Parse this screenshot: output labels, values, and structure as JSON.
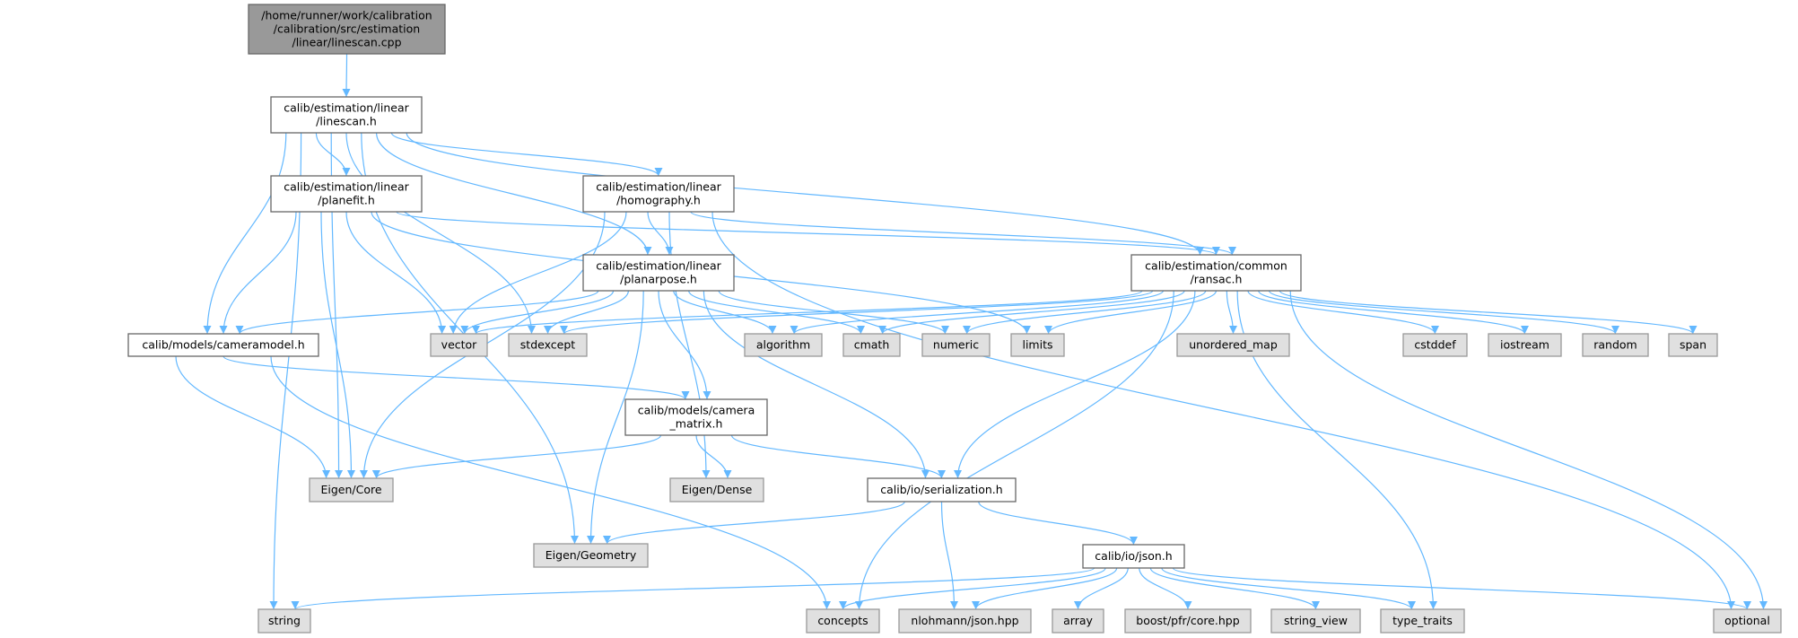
{
  "graph": {
    "title": "Include dependency graph for linescan.cpp",
    "colors": {
      "edge": "#63b8ff",
      "root_fill": "#999999",
      "root_border": "#666666",
      "documented_fill": "#ffffff",
      "documented_border": "#666666",
      "external_fill": "#e0e0e0",
      "external_border": "#999999"
    },
    "nodes": [
      {
        "id": "root",
        "kind": "root",
        "lines": [
          "/home/runner/work/calibration",
          "/calibration/src/estimation",
          "/linear/linescan.cpp"
        ]
      },
      {
        "id": "linescan",
        "kind": "documented",
        "lines": [
          "calib/estimation/linear",
          "/linescan.h"
        ]
      },
      {
        "id": "planefit",
        "kind": "documented",
        "lines": [
          "calib/estimation/linear",
          "/planefit.h"
        ]
      },
      {
        "id": "homography",
        "kind": "documented",
        "lines": [
          "calib/estimation/linear",
          "/homography.h"
        ]
      },
      {
        "id": "planarpose",
        "kind": "documented",
        "lines": [
          "calib/estimation/linear",
          "/planarpose.h"
        ]
      },
      {
        "id": "ransac",
        "kind": "documented",
        "lines": [
          "calib/estimation/common",
          "/ransac.h"
        ]
      },
      {
        "id": "cameramodel",
        "kind": "documented",
        "lines": [
          "calib/models/cameramodel.h"
        ]
      },
      {
        "id": "camera_matrix",
        "kind": "documented",
        "lines": [
          "calib/models/camera",
          "_matrix.h"
        ]
      },
      {
        "id": "serialization",
        "kind": "documented",
        "lines": [
          "calib/io/serialization.h"
        ]
      },
      {
        "id": "json_h",
        "kind": "documented",
        "lines": [
          "calib/io/json.h"
        ]
      },
      {
        "id": "vector",
        "kind": "external",
        "lines": [
          "vector"
        ]
      },
      {
        "id": "stdexcept",
        "kind": "external",
        "lines": [
          "stdexcept"
        ]
      },
      {
        "id": "algorithm",
        "kind": "external",
        "lines": [
          "algorithm"
        ]
      },
      {
        "id": "cmath",
        "kind": "external",
        "lines": [
          "cmath"
        ]
      },
      {
        "id": "numeric",
        "kind": "external",
        "lines": [
          "numeric"
        ]
      },
      {
        "id": "limits",
        "kind": "external",
        "lines": [
          "limits"
        ]
      },
      {
        "id": "unordered_map",
        "kind": "external",
        "lines": [
          "unordered_map"
        ]
      },
      {
        "id": "cstddef",
        "kind": "external",
        "lines": [
          "cstddef"
        ]
      },
      {
        "id": "iostream",
        "kind": "external",
        "lines": [
          "iostream"
        ]
      },
      {
        "id": "random",
        "kind": "external",
        "lines": [
          "random"
        ]
      },
      {
        "id": "span",
        "kind": "external",
        "lines": [
          "span"
        ]
      },
      {
        "id": "eigen_core",
        "kind": "external",
        "lines": [
          "Eigen/Core"
        ]
      },
      {
        "id": "eigen_dense",
        "kind": "external",
        "lines": [
          "Eigen/Dense"
        ]
      },
      {
        "id": "eigen_geometry",
        "kind": "external",
        "lines": [
          "Eigen/Geometry"
        ]
      },
      {
        "id": "string",
        "kind": "external",
        "lines": [
          "string"
        ]
      },
      {
        "id": "concepts",
        "kind": "external",
        "lines": [
          "concepts"
        ]
      },
      {
        "id": "nlohmann",
        "kind": "external",
        "lines": [
          "nlohmann/json.hpp"
        ]
      },
      {
        "id": "array",
        "kind": "external",
        "lines": [
          "array"
        ]
      },
      {
        "id": "boost_pfr",
        "kind": "external",
        "lines": [
          "boost/pfr/core.hpp"
        ]
      },
      {
        "id": "string_view",
        "kind": "external",
        "lines": [
          "string_view"
        ]
      },
      {
        "id": "type_traits",
        "kind": "external",
        "lines": [
          "type_traits"
        ]
      },
      {
        "id": "optional",
        "kind": "external",
        "lines": [
          "optional"
        ]
      }
    ],
    "edges": [
      [
        "root",
        "linescan"
      ],
      [
        "linescan",
        "string"
      ],
      [
        "linescan",
        "eigen_geometry"
      ],
      [
        "linescan",
        "eigen_core"
      ],
      [
        "linescan",
        "cameramodel"
      ],
      [
        "linescan",
        "planefit"
      ],
      [
        "linescan",
        "stdexcept"
      ],
      [
        "linescan",
        "planarpose"
      ],
      [
        "linescan",
        "homography"
      ],
      [
        "linescan",
        "ransac"
      ],
      [
        "planefit",
        "cameramodel"
      ],
      [
        "planefit",
        "eigen_core"
      ],
      [
        "planefit",
        "vector"
      ],
      [
        "planefit",
        "ransac"
      ],
      [
        "planefit",
        "limits"
      ],
      [
        "homography",
        "eigen_core"
      ],
      [
        "homography",
        "vector"
      ],
      [
        "homography",
        "planarpose"
      ],
      [
        "homography",
        "ransac"
      ],
      [
        "homography",
        "eigen_dense"
      ],
      [
        "homography",
        "optional"
      ],
      [
        "planarpose",
        "cameramodel"
      ],
      [
        "planarpose",
        "vector"
      ],
      [
        "planarpose",
        "stdexcept"
      ],
      [
        "planarpose",
        "eigen_geometry"
      ],
      [
        "planarpose",
        "camera_matrix"
      ],
      [
        "planarpose",
        "serialization"
      ],
      [
        "planarpose",
        "algorithm"
      ],
      [
        "planarpose",
        "cmath"
      ],
      [
        "planarpose",
        "numeric"
      ],
      [
        "ransac",
        "vector"
      ],
      [
        "ransac",
        "stdexcept"
      ],
      [
        "ransac",
        "algorithm"
      ],
      [
        "ransac",
        "cmath"
      ],
      [
        "ransac",
        "numeric"
      ],
      [
        "ransac",
        "limits"
      ],
      [
        "ransac",
        "concepts"
      ],
      [
        "ransac",
        "unordered_map"
      ],
      [
        "ransac",
        "serialization"
      ],
      [
        "ransac",
        "type_traits"
      ],
      [
        "ransac",
        "cstddef"
      ],
      [
        "ransac",
        "iostream"
      ],
      [
        "ransac",
        "random"
      ],
      [
        "ransac",
        "span"
      ],
      [
        "ransac",
        "optional"
      ],
      [
        "cameramodel",
        "eigen_core"
      ],
      [
        "cameramodel",
        "camera_matrix"
      ],
      [
        "cameramodel",
        "concepts"
      ],
      [
        "camera_matrix",
        "eigen_core"
      ],
      [
        "camera_matrix",
        "eigen_dense"
      ],
      [
        "camera_matrix",
        "serialization"
      ],
      [
        "serialization",
        "eigen_geometry"
      ],
      [
        "serialization",
        "nlohmann"
      ],
      [
        "serialization",
        "json_h"
      ],
      [
        "json_h",
        "string"
      ],
      [
        "json_h",
        "concepts"
      ],
      [
        "json_h",
        "nlohmann"
      ],
      [
        "json_h",
        "array"
      ],
      [
        "json_h",
        "boost_pfr"
      ],
      [
        "json_h",
        "string_view"
      ],
      [
        "json_h",
        "type_traits"
      ],
      [
        "json_h",
        "optional"
      ]
    ]
  }
}
